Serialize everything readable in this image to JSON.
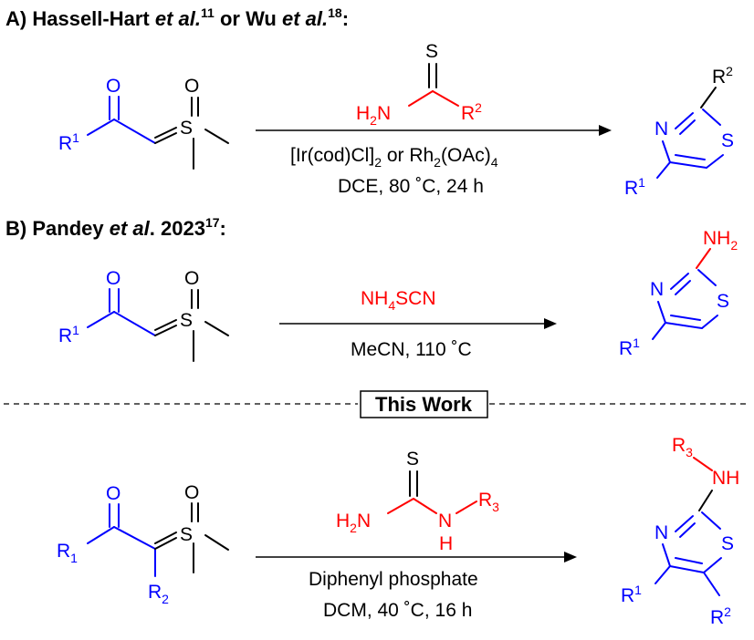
{
  "section_a": {
    "label": "A)",
    "author1": "Hassell-Hart",
    "etal": "et al.",
    "ref1": "11",
    "or": "or",
    "author2": "Wu",
    "ref2": "18",
    "colon": ":",
    "reactant": {
      "O": "O",
      "S": "S",
      "R": "R",
      "R_sup": "1"
    },
    "reagent": {
      "S": "S",
      "H2N_H": "H",
      "H2N_2": "2",
      "H2N_N": "N",
      "R": "R",
      "R_sup": "2"
    },
    "catalyst": {
      "part1": "[Ir(cod)Cl]",
      "sub1": "2",
      "part2": " or Rh",
      "sub2": "2",
      "part3": "(OAc)",
      "sub3": "4"
    },
    "conditions": "DCE, 80 ˚C, 24 h",
    "product": {
      "N": "N",
      "S": "S",
      "R1": "R",
      "R1_sup": "1",
      "R2": "R",
      "R2_sup": "2"
    }
  },
  "section_b": {
    "label": "B)",
    "author": "Pandey",
    "etal": "et al",
    "year": ". 2023",
    "ref": "17",
    "colon": ":",
    "reactant": {
      "O": "O",
      "S": "S",
      "R": "R",
      "R_sup": "1"
    },
    "reagent": {
      "a": "NH",
      "sub": "4",
      "b": "SCN"
    },
    "conditions": "MeCN, 110 ˚C",
    "product": {
      "N": "N",
      "S": "S",
      "NH": "NH",
      "NH_sub": "2",
      "R1": "R",
      "R1_sup": "1"
    }
  },
  "divider": {
    "label": "This Work"
  },
  "section_c": {
    "reactant": {
      "O": "O",
      "S": "S",
      "R1": "R",
      "R1_sub": "1",
      "R2": "R",
      "R2_sub": "2"
    },
    "reagent": {
      "S": "S",
      "H2N_H": "H",
      "H2N_2": "2",
      "H2N_N": "N",
      "N": "N",
      "H": "H",
      "R": "R",
      "R_sub": "3"
    },
    "catalyst": "Diphenyl phosphate",
    "conditions": "DCM, 40 ˚C, 16 h",
    "product": {
      "N": "N",
      "S": "S",
      "R3": "R",
      "R3_sub": "3",
      "NH": "NH",
      "R1": "R",
      "R1_sup": "1",
      "R2": "R",
      "R2_sup": "2"
    }
  },
  "colors": {
    "blue": "#0000ff",
    "red": "#ff0000",
    "black": "#000000"
  }
}
